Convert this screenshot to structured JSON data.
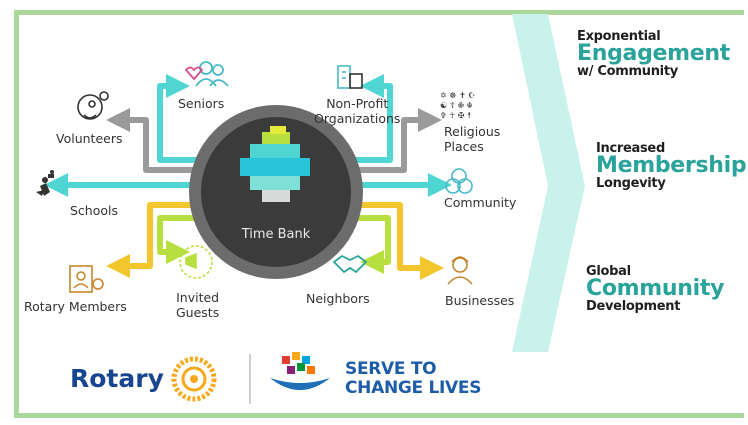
{
  "hub": {
    "label": "Time Bank"
  },
  "nodes": {
    "seniors": "Seniors",
    "nonprofit": "Non-Profit\nOrganizations",
    "volunteers": "Volunteers",
    "religious": "Religious\nPlaces",
    "schools": "Schools",
    "community": "Community",
    "rotary_members": "Rotary Members",
    "invited_guests": "Invited\nGuests",
    "neighbors": "Neighbors",
    "businesses": "Businesses"
  },
  "outcomes": [
    {
      "top": "Exponential",
      "big": "Engagement",
      "bottom": "w/ Community"
    },
    {
      "top": "Increased",
      "big": "Membership",
      "bottom": "Longevity"
    },
    {
      "top": "Global",
      "big": "Community",
      "bottom": "Development"
    }
  ],
  "footer": {
    "rotary": "Rotary",
    "serve_line1": "SERVE TO",
    "serve_line2": "CHANGE LIVES"
  },
  "colors": {
    "border": "#a9d89a",
    "chevron": "#c9f3ea",
    "arrow_cyan": "#4fd6d3",
    "arrow_gray": "#9a9a9a",
    "arrow_yellow": "#f2c62c",
    "arrow_green": "#b7df3f",
    "hub_ring": "#6c6c6c",
    "hub_core": "#3b3b3b",
    "accent_text": "#2aa39a",
    "rotary_blue": "#17458f"
  }
}
